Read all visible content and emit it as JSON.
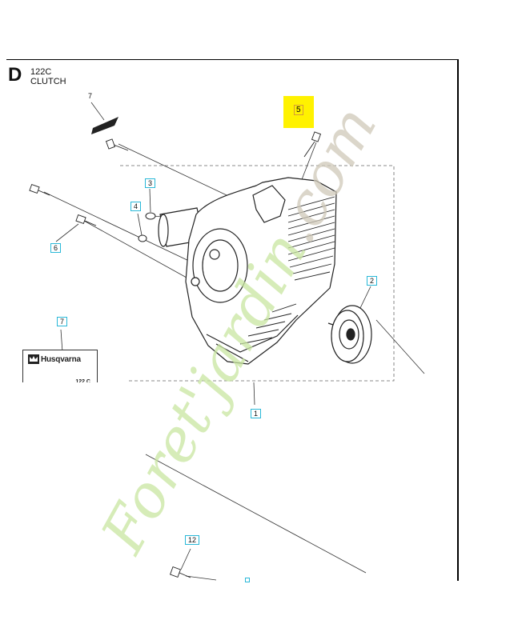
{
  "section": {
    "letter": "D",
    "model": "122C",
    "name": "CLUTCH"
  },
  "callouts": [
    {
      "id": "7",
      "boxed": false
    },
    {
      "id": "5",
      "boxed": true,
      "highlighted": true
    },
    {
      "id": "3",
      "boxed": true
    },
    {
      "id": "4",
      "boxed": true
    },
    {
      "id": "6",
      "boxed": true
    },
    {
      "id": "2",
      "boxed": true
    },
    {
      "id": "7",
      "boxed": true
    },
    {
      "id": "1",
      "boxed": true
    },
    {
      "id": "12",
      "boxed": true
    }
  ],
  "brand_label": {
    "text": "Husqvarna",
    "sub": "122 C",
    "icon": "husqvarna-crown-icon"
  },
  "watermark": {
    "text": "Foret'jardin.com",
    "color_green": "#c8e6a0",
    "color_grey": "#cfc8b8"
  },
  "colors": {
    "highlight": "#fff200",
    "callout_border": "#29b8d8",
    "line": "#222222"
  }
}
